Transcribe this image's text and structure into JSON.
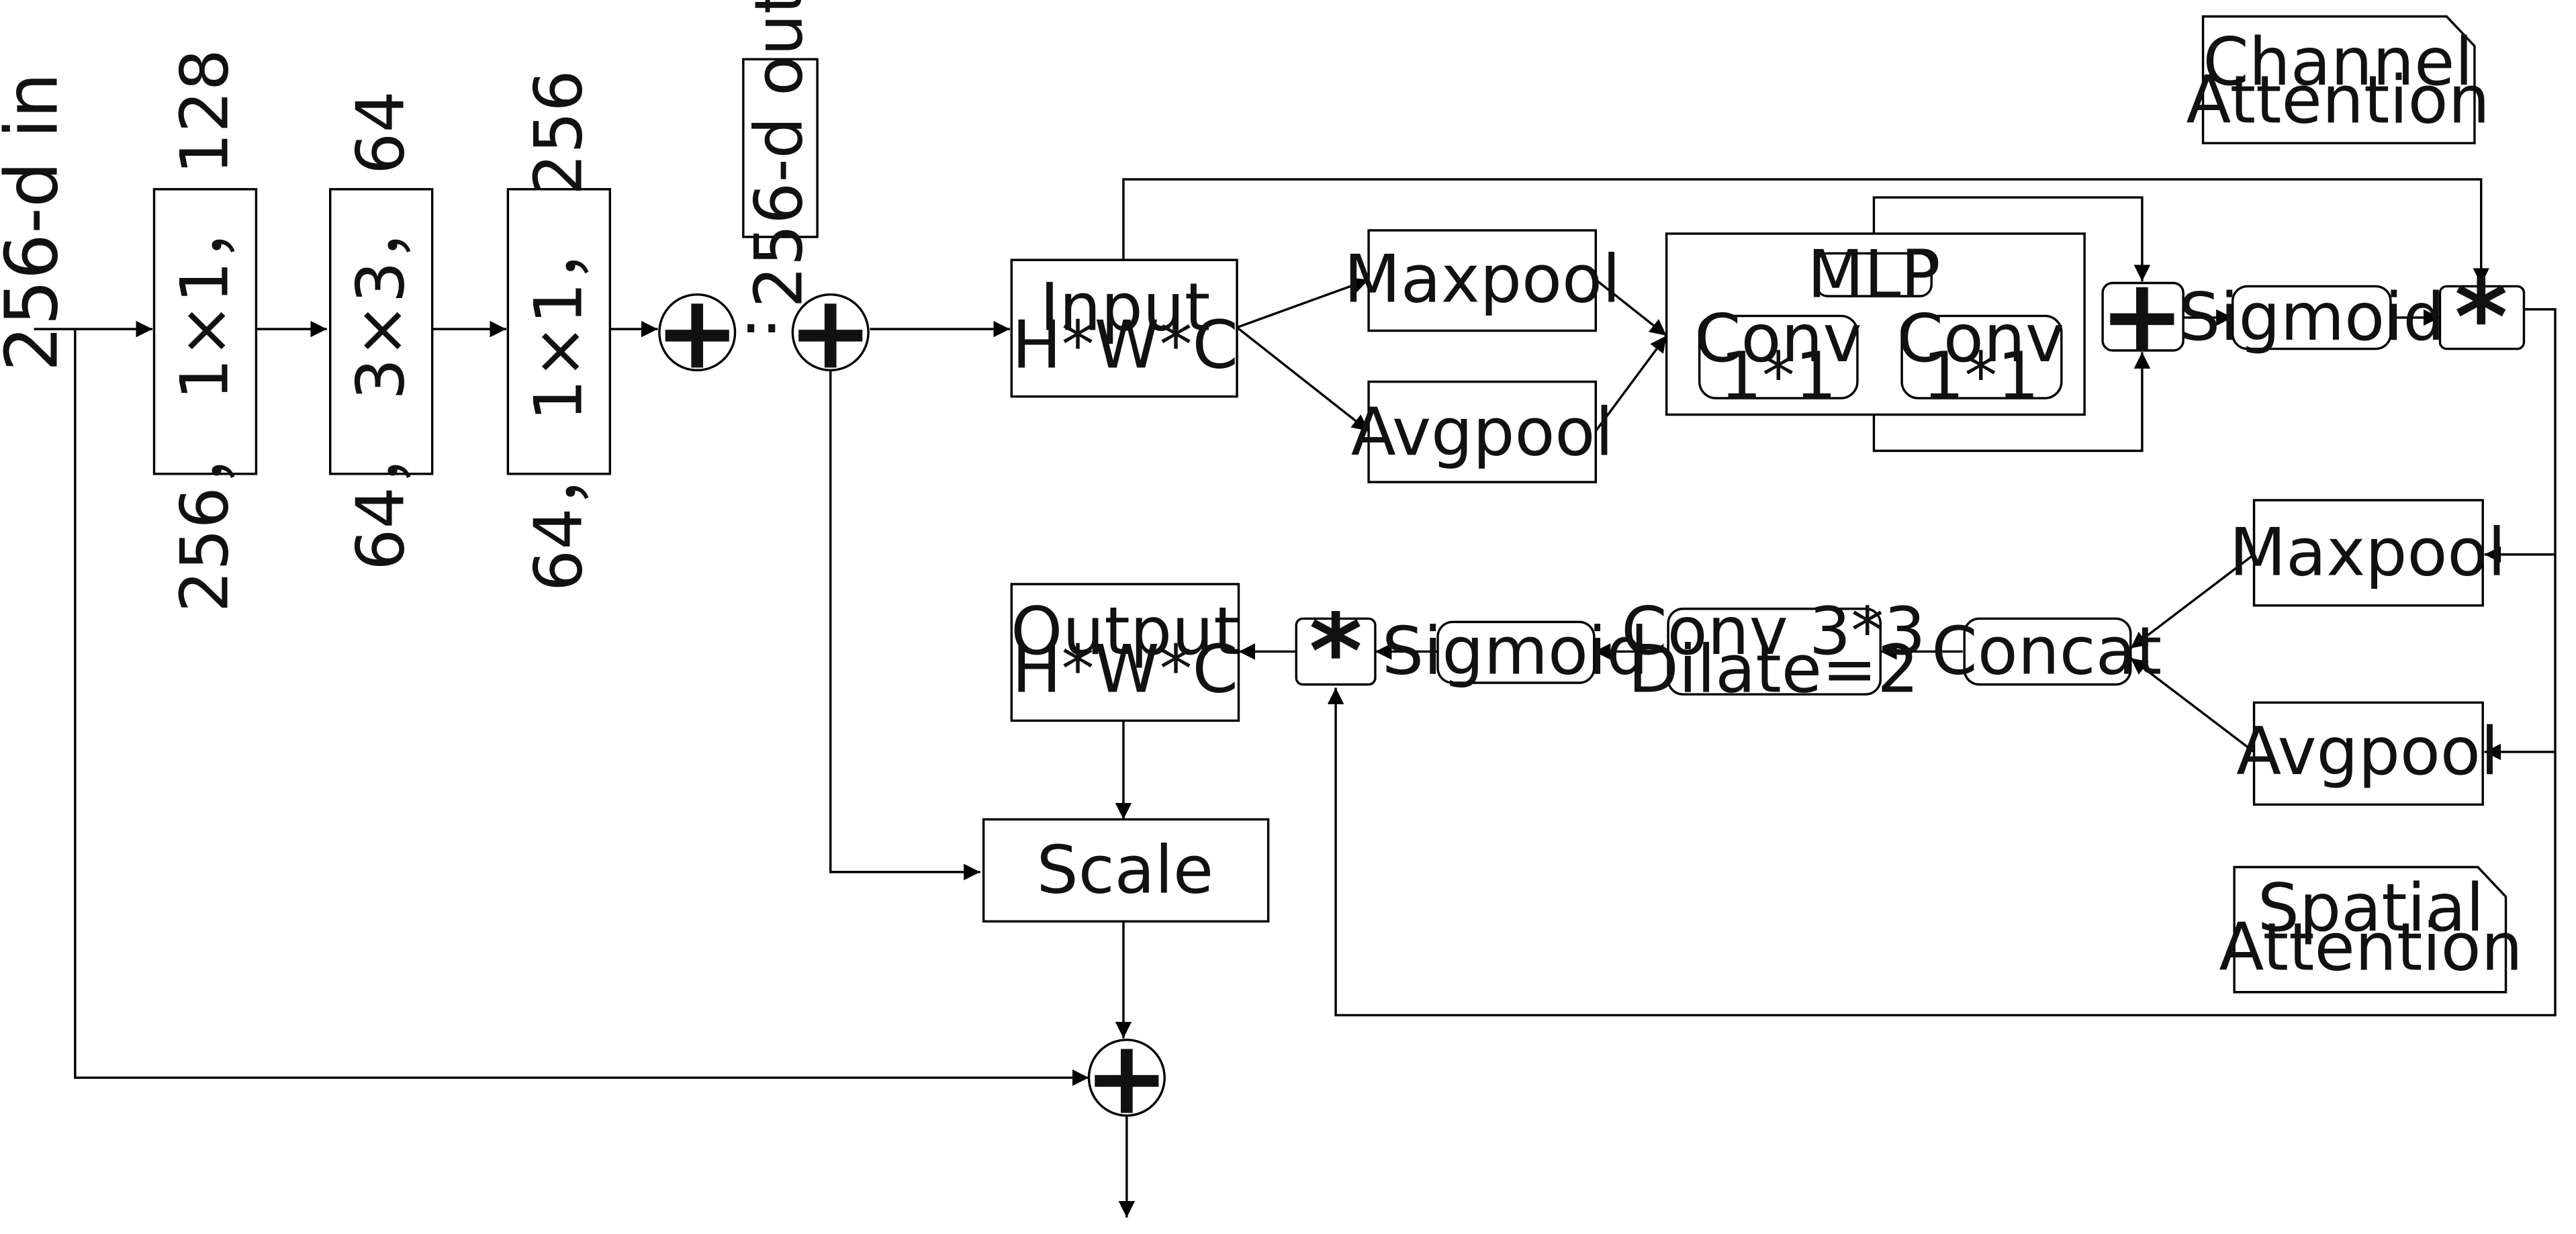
{
  "input_label": "256-d in",
  "out_label": "256-d out",
  "dots": "··",
  "bottleneck": [
    {
      "text": "256，  1×1，  128"
    },
    {
      "text": "64，  3×3，  64"
    },
    {
      "text": "64，  1×1，  256"
    }
  ],
  "symbols": {
    "plus": "+",
    "multiply": "*"
  },
  "channel_attention": {
    "title_lines": [
      "Channel",
      "Attention"
    ],
    "input_lines": [
      "Input",
      "H*W*C"
    ],
    "maxpool": "Maxpool",
    "avgpool": "Avgpool",
    "mlp": "MLP",
    "conv_a_lines": [
      "Conv",
      "1*1"
    ],
    "conv_b_lines": [
      "Conv",
      "1*1"
    ],
    "sigmoid": "Sigmoid"
  },
  "spatial_attention": {
    "title_lines": [
      "Spatial",
      "Attention"
    ],
    "maxpool": "Maxpool",
    "avgpool": "Avgpool",
    "concat": "Concat",
    "conv_lines": [
      "Conv 3*3",
      "Dilate=2"
    ],
    "sigmoid": "Sigmoid",
    "output_lines": [
      "Output",
      "H*W*C"
    ]
  },
  "scale": "Scale"
}
